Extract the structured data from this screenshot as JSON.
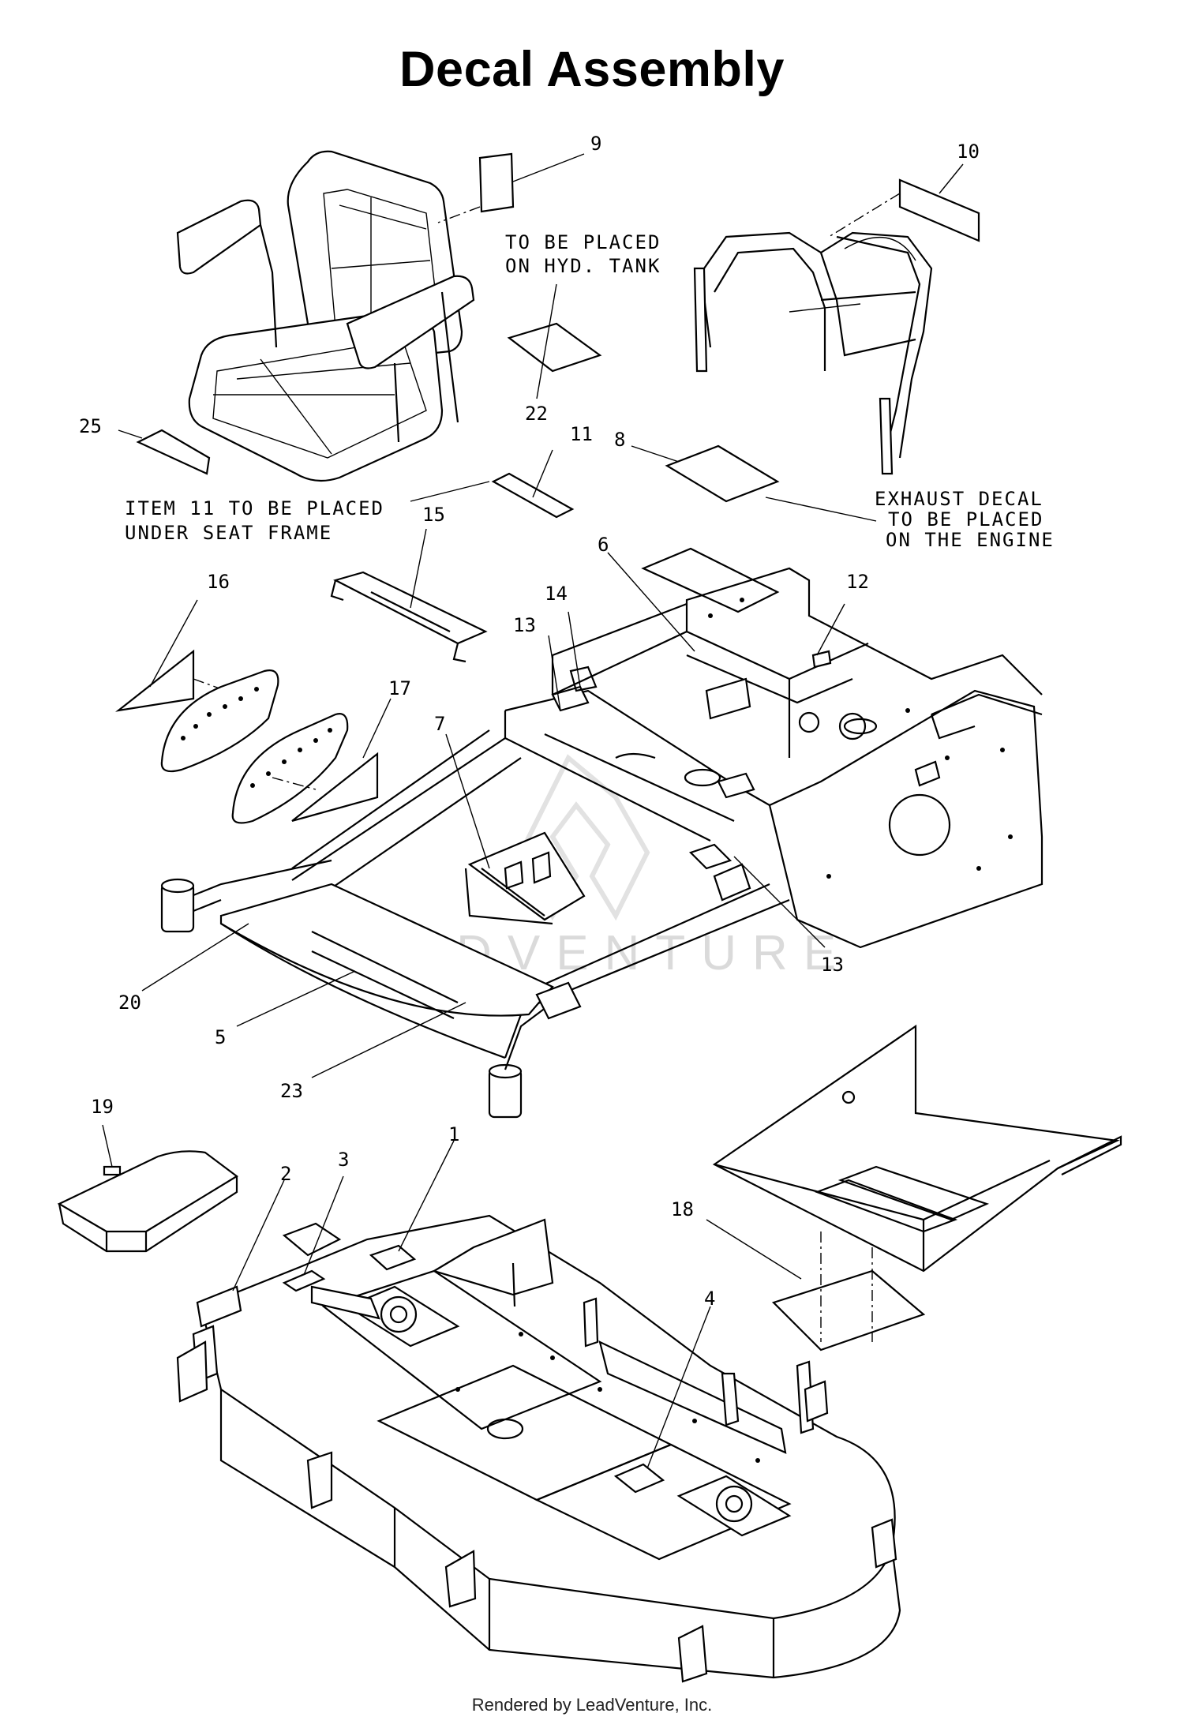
{
  "title": "Decal Assembly",
  "footer": "Rendered by LeadVenture, Inc.",
  "watermark": "LEADVENTURE",
  "notes": {
    "hyd_tank_line1": "TO BE PLACED",
    "hyd_tank_line2": "ON HYD. TANK",
    "item11_line1": "ITEM 11 TO BE PLACED",
    "item11_line2": "UNDER SEAT FRAME",
    "exhaust_line1": "EXHAUST DECAL",
    "exhaust_line2": "TO BE PLACED",
    "exhaust_line3": "ON THE ENGINE"
  },
  "callouts": {
    "c1": "1",
    "c2": "2",
    "c3": "3",
    "c4": "4",
    "c5": "5",
    "c6": "6",
    "c7": "7",
    "c8": "8",
    "c9": "9",
    "c10": "10",
    "c11": "11",
    "c12": "12",
    "c13a": "13",
    "c13b": "13",
    "c14": "14",
    "c15": "15",
    "c16": "16",
    "c17": "17",
    "c18": "18",
    "c19": "19",
    "c20": "20",
    "c22": "22",
    "c23": "23",
    "c25": "25"
  }
}
